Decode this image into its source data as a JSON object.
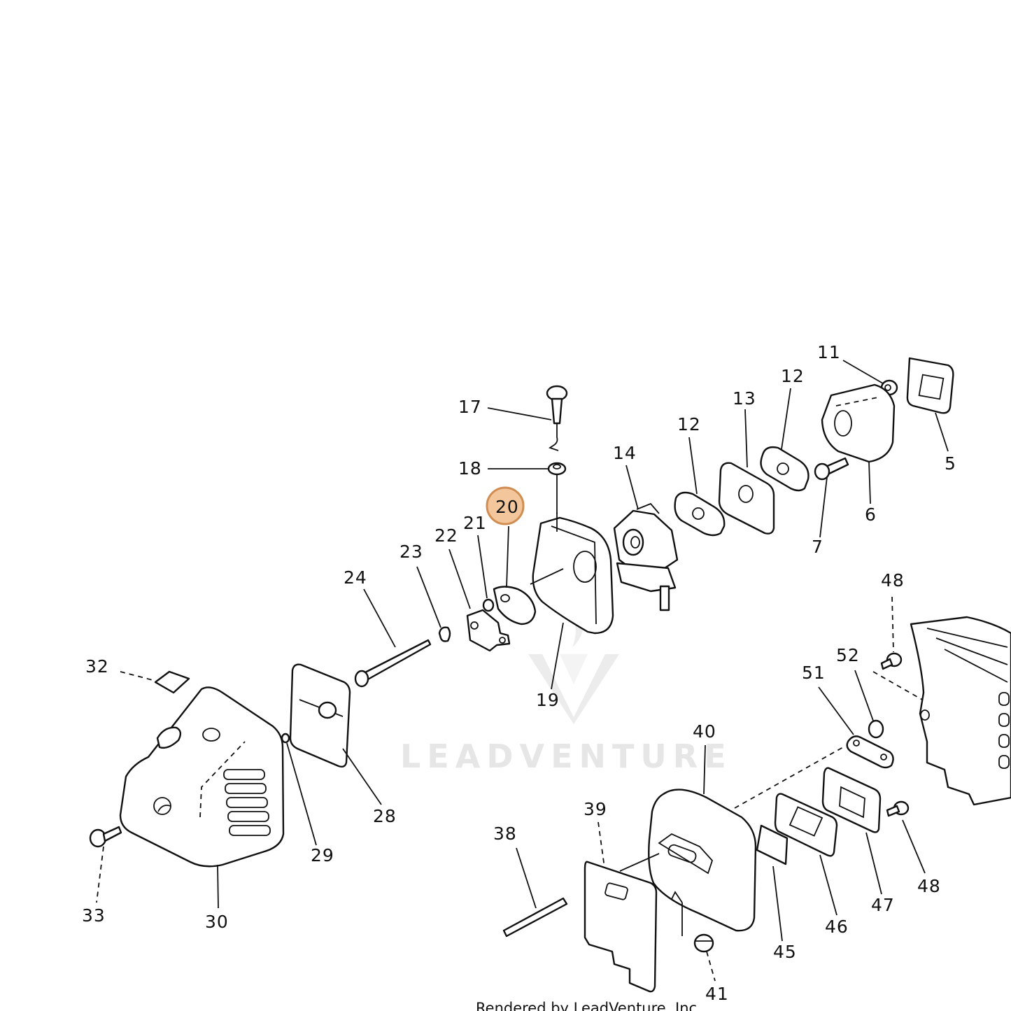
{
  "watermark": {
    "text": "LEADVENTURE"
  },
  "footer": {
    "text": "Rendered by LeadVenture, Inc."
  },
  "highlight": {
    "label": "20",
    "fill": "#f3c79b",
    "stroke": "#d08d52"
  },
  "callouts": [
    "5",
    "6",
    "7",
    "11",
    "12",
    "12",
    "13",
    "14",
    "17",
    "18",
    "19",
    "21",
    "22",
    "23",
    "24",
    "28",
    "29",
    "30",
    "32",
    "33",
    "38",
    "39",
    "40",
    "41",
    "45",
    "46",
    "47",
    "48",
    "48",
    "51",
    "52"
  ]
}
